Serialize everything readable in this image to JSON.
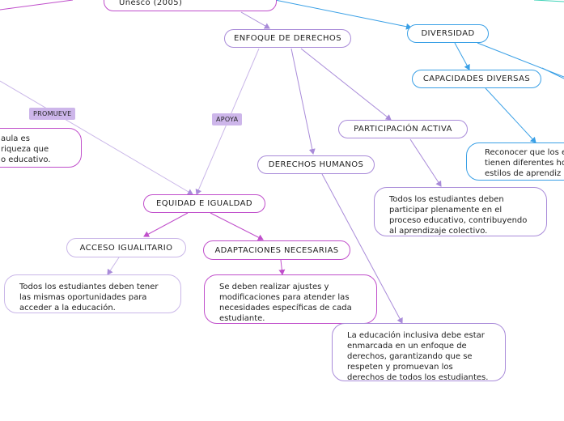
{
  "nodes": {
    "root_fragment": "Unesco (2005)",
    "enfoque": "ENFOQUE DE DERECHOS",
    "diversidad": "DIVERSIDAD",
    "capacidades": "CAPACIDADES DIVERSAS",
    "participacion": "PARTICIPACIÓN ACTIVA",
    "derechos": "DERECHOS HUMANOS",
    "equidad": "EQUIDAD E IGUALDAD",
    "acceso": "ACCESO IGUALITARIO",
    "adaptaciones": "ADAPTACIONES NECESARIAS"
  },
  "tags": {
    "promueve": "PROMUEVE",
    "apoya": "APOYA"
  },
  "texts": {
    "left_partial": [
      "aula es",
      "riqueza que",
      "o educativo."
    ],
    "diversidad_partial": [
      "Reconocer que los e",
      "tienen diferentes ho",
      "estilos de aprendiz"
    ],
    "participacion": [
      "Todos los estudiantes deben",
      "participar plenamente en el",
      "proceso educativo, contribuyendo",
      "al aprendizaje colectivo."
    ],
    "acceso": [
      "Todos los estudiantes deben tener",
      "las mismas oportunidades para",
      "acceder a la educación."
    ],
    "adaptaciones": [
      "Se deben realizar ajustes y",
      "modificaciones para atender las",
      "necesidades específicas de cada",
      "estudiante."
    ],
    "derechos": [
      "La educación inclusiva debe estar",
      "enmarcada en un enfoque de",
      "derechos, garantizando que se",
      "respeten y promuevan los",
      "derechos de todos los estudiantes."
    ]
  },
  "colors": {
    "magenta": "#c04fcb",
    "violet": "#a98bd9",
    "blue": "#3aa0e6",
    "tag_bg": "#cdb6ea"
  }
}
